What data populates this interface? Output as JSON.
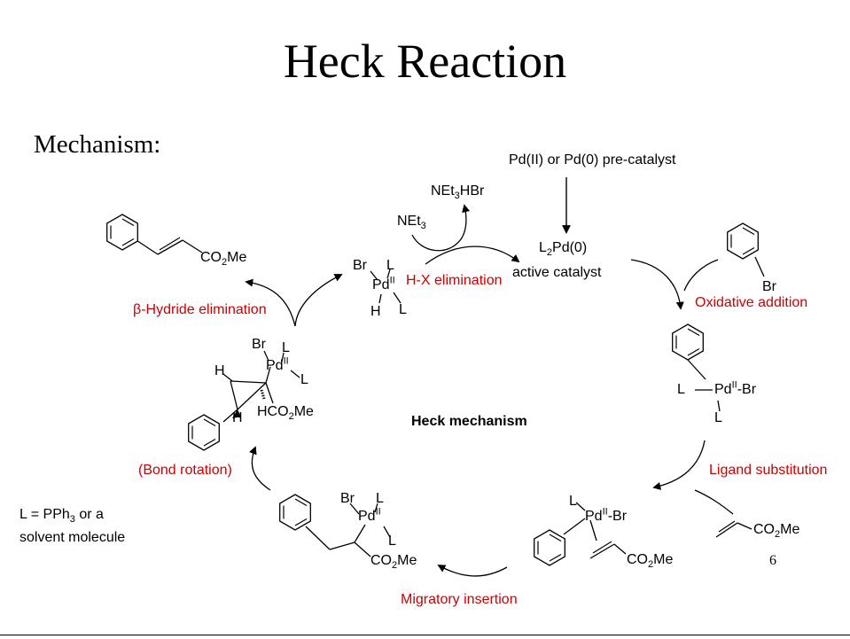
{
  "title": "Heck Reaction",
  "subtitle": "Mechanism:",
  "center_label": "Heck mechanism",
  "precatalyst": "Pd(II) or Pd(0) pre-catalyst",
  "active_catalyst": {
    "formula": "L2Pd(0)",
    "caption": "active catalyst"
  },
  "base": "NEt3",
  "base_salt": "NEt3HBr",
  "steps": {
    "oxidative_addition": "Oxidative addition",
    "ligand_substitution": "Ligand substitution",
    "migratory_insertion": "Migratory insertion",
    "bond_rotation": "(Bond rotation)",
    "beta_hydride": "β-Hydride elimination",
    "hx_elimination": "H-X elimination"
  },
  "ligand_note": {
    "line1": "L = PPh3 or a",
    "line2": "solvent molecule"
  },
  "slide_number": "6",
  "colors": {
    "step_label": "#cc0000",
    "ink": "#000000"
  }
}
